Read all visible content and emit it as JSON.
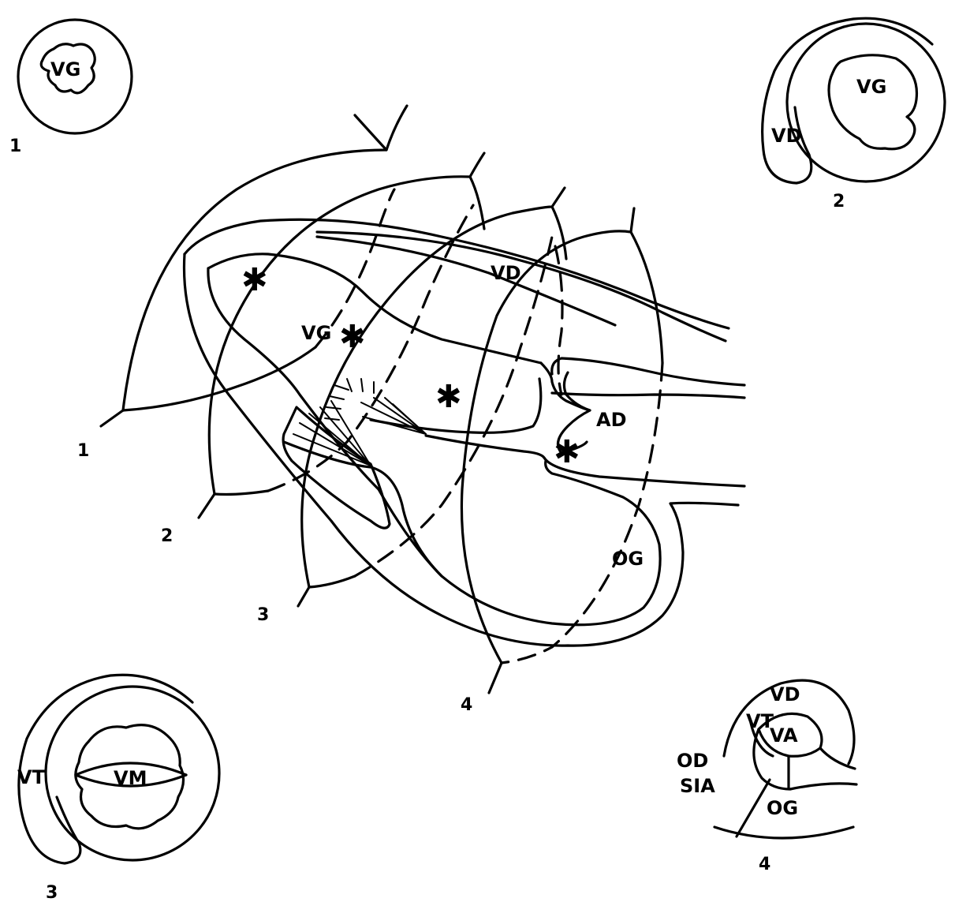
{
  "inset_1": {
    "number": "1",
    "label_inner": "VG"
  },
  "inset_2": {
    "number": "2",
    "label_inner": "VG",
    "label_side": "VD"
  },
  "inset_3": {
    "number": "3",
    "label_side": "VT",
    "label_inner": "VM"
  },
  "inset_4": {
    "number": "4",
    "labels": {
      "vd": "VD",
      "vt": "VT",
      "va": "VA",
      "od": "OD",
      "sia": "SIA",
      "og": "OG"
    }
  },
  "main": {
    "section_numbers": [
      "1",
      "2",
      "3",
      "4"
    ],
    "labels": {
      "vd": "VD",
      "vg": "VG",
      "ad": "AD",
      "og": "OG"
    },
    "star_symbol": "✱"
  }
}
